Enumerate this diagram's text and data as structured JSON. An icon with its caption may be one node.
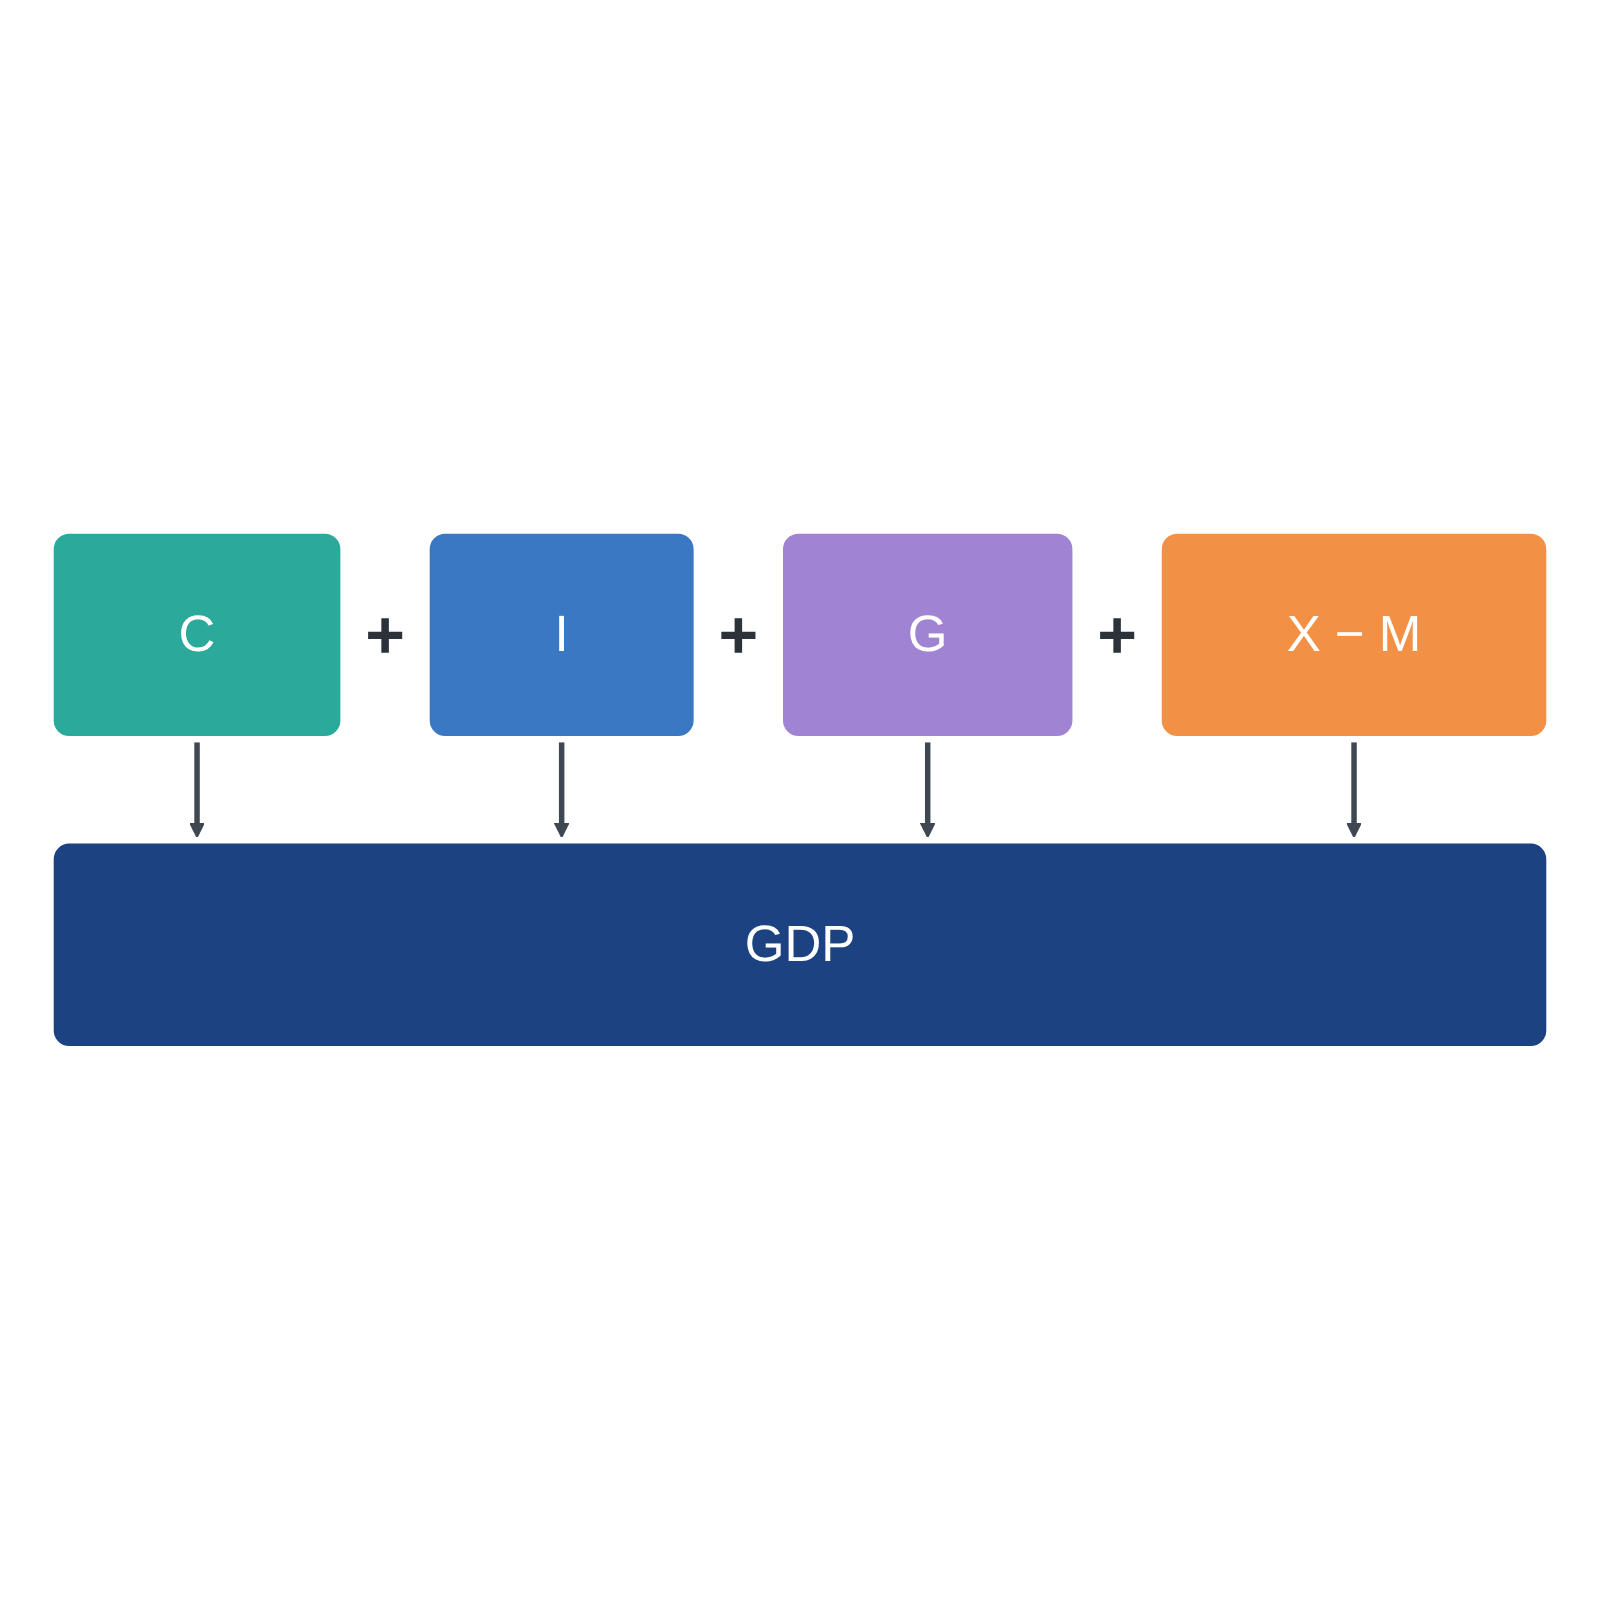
{
  "diagram": {
    "nodes": [
      {
        "text": [
          "C"
        ]
      },
      {
        "text": [
          "I"
        ]
      },
      {
        "text": [
          "G"
        ]
      },
      {
        "text": [
          "X − M"
        ]
      },
      {
        "text": [
          "GDP"
        ]
      }
    ],
    "edges": [
      {
        "from": 0,
        "to": 4,
        "arrow": "to"
      },
      {
        "from": 1,
        "to": 4,
        "arrow": "to"
      },
      {
        "from": 2,
        "to": 4,
        "arrow": "to"
      },
      {
        "from": 3,
        "to": 4,
        "arrow": "to"
      }
    ],
    "labels": [
      "+",
      "+",
      "+"
    ]
  }
}
